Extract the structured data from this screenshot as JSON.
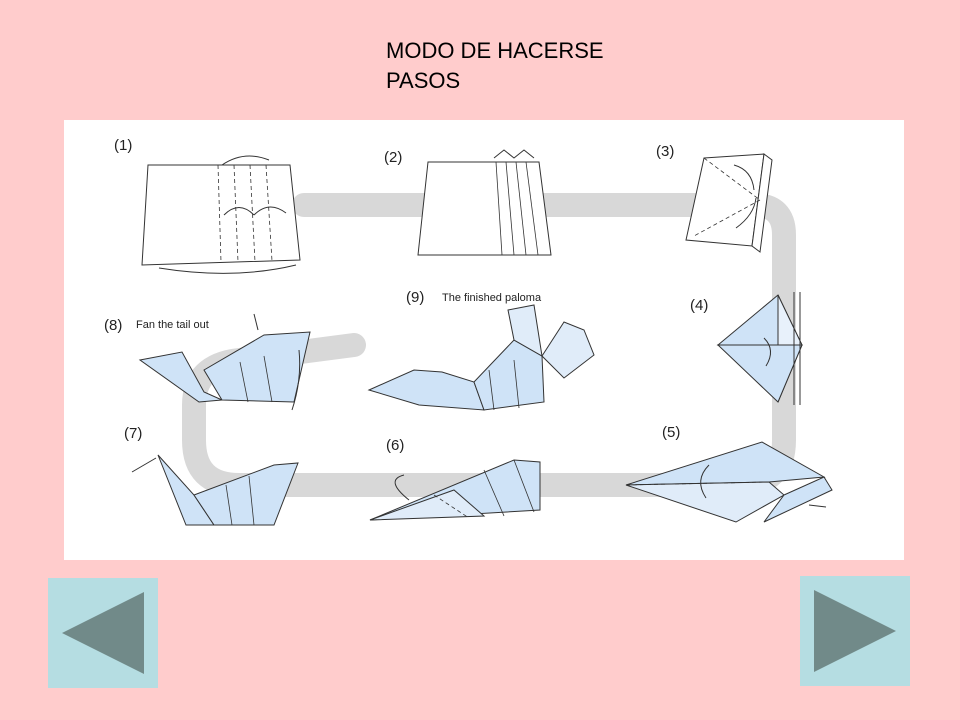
{
  "slide": {
    "title_line1": "MODO DE HACERSE",
    "title_line2": "PASOS"
  },
  "diagram": {
    "steps": [
      {
        "number": "(1)",
        "caption": ""
      },
      {
        "number": "(2)",
        "caption": ""
      },
      {
        "number": "(3)",
        "caption": ""
      },
      {
        "number": "(4)",
        "caption": ""
      },
      {
        "number": "(5)",
        "caption": ""
      },
      {
        "number": "(6)",
        "caption": ""
      },
      {
        "number": "(7)",
        "caption": ""
      },
      {
        "number": "(8)",
        "caption": "Fan the tail out"
      },
      {
        "number": "(9)",
        "caption": "The finished paloma"
      }
    ]
  },
  "navigation": {
    "prev_icon": "triangle-left-icon",
    "next_icon": "triangle-right-icon"
  },
  "colors": {
    "background": "#ffcccc",
    "button_fill": "#b5dde2",
    "arrow_fill": "#718a89",
    "paper_blue": "#cfe3f7",
    "path_gray": "#d8d8d8"
  }
}
